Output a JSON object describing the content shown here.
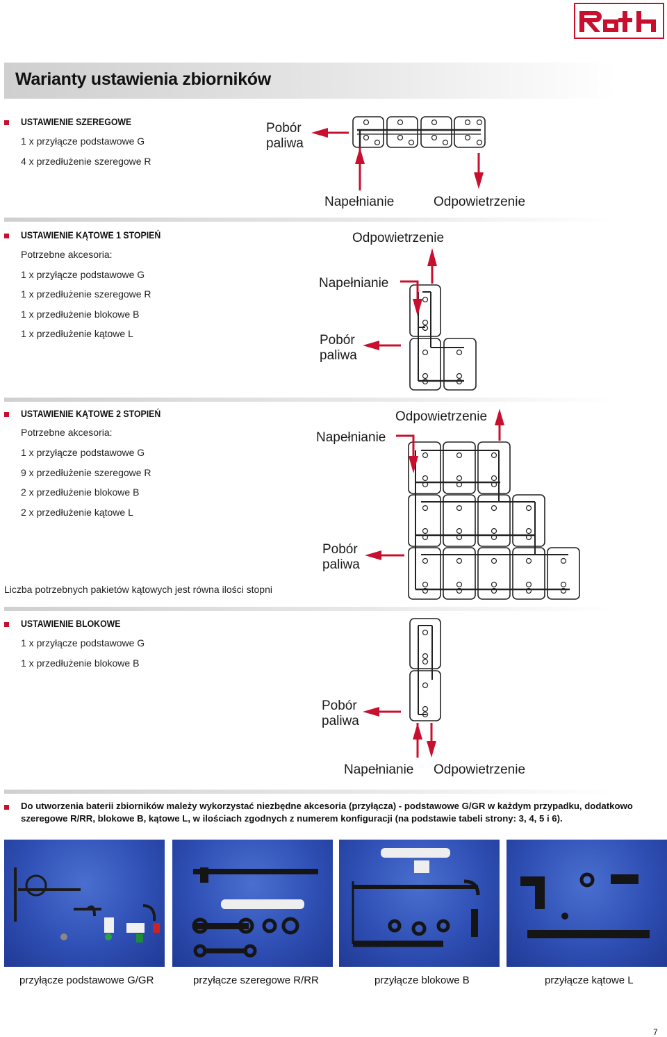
{
  "brand": "Roth",
  "page_title": "Warianty ustawienia zbiorników",
  "sections": {
    "szeregowe": {
      "heading": "USTAWIENIE SZEREGOWE",
      "lines": [
        "1 x przyłącze podstawowe G",
        "4 x przedłużenie szeregowe R"
      ]
    },
    "katowe1": {
      "heading": "USTAWIENIE KĄTOWE 1 STOPIEŃ",
      "lines": [
        "Potrzebne akcesoria:",
        "1 x przyłącze podstawowe G",
        "1 x przedłużenie szeregowe R",
        "1 x przedłużenie blokowe B",
        "1 x przedłużenie kątowe L"
      ]
    },
    "katowe2": {
      "heading": "USTAWIENIE KĄTOWE 2 STOPIEŃ",
      "lines": [
        "Potrzebne akcesoria:",
        "1 x przyłącze podstawowe G",
        "9 x przedłużenie szeregowe R",
        "2 x przedłużenie blokowe B",
        "2 x przedłużenie kątowe L"
      ],
      "footnote": "Liczba potrzebnych pakietów kątowych jest równa ilości stopni"
    },
    "blokowe": {
      "heading": "USTAWIENIE BLOKOWE",
      "lines": [
        "1 x przyłącze podstawowe G",
        "1 x przedłużenie blokowe B"
      ]
    }
  },
  "diagram_labels": {
    "pobor_line1": "Pobór",
    "pobor_line2": "paliwa",
    "napelnianie": "Napełnianie",
    "odpowietrzenie": "Odpowietrzenie"
  },
  "note": "Do utworzenia baterii zbiorników mależy wykorzystać niezbędne akcesoria (przyłącza) - podstawowe G/GR w każdym przypadku, dodatkowo szeregowe R/RR, blokowe B, kątowe L, w ilościach zgodnych z numerem konfiguracji (na podstawie tabeli strony: 3, 4, 5 i 6).",
  "captions": [
    "przyłącze podstawowe G/GR",
    "przyłącze szeregowe R/RR",
    "przyłącze blokowe B",
    "przyłącze kątowe L"
  ],
  "page_number": "7",
  "colors": {
    "accent": "#c8102e",
    "photo_bg": "#2f4fb4",
    "band": "#d9d9d9"
  }
}
